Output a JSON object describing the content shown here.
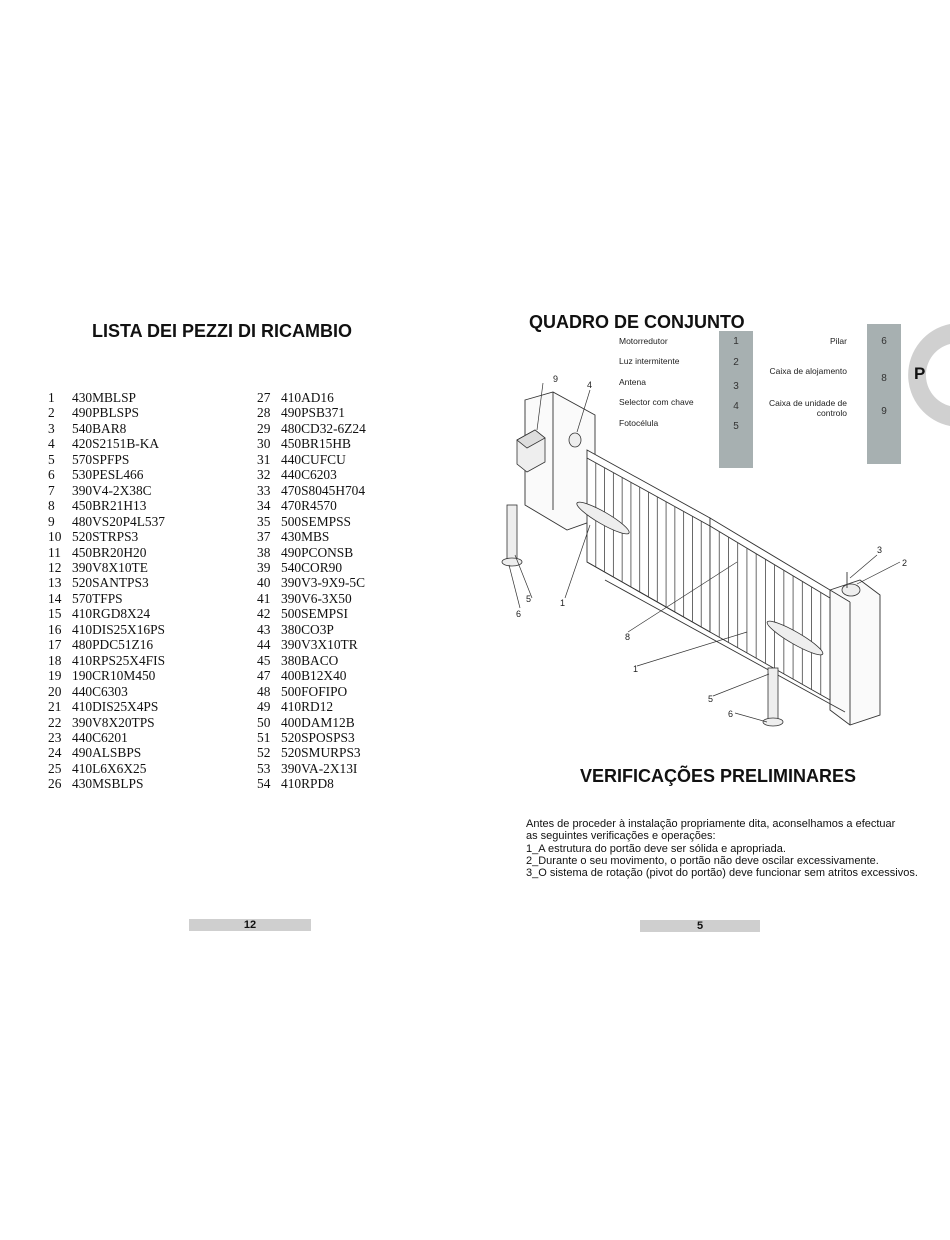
{
  "left_page": {
    "title": "LISTA DEI PEZZI DI RICAMBIO",
    "parts_col1": [
      {
        "n": "1",
        "code": "430MBLSP"
      },
      {
        "n": "2",
        "code": "490PBLSPS"
      },
      {
        "n": "3",
        "code": "540BAR8"
      },
      {
        "n": "4",
        "code": "420S2151B-KA"
      },
      {
        "n": "5",
        "code": "570SPFPS"
      },
      {
        "n": "6",
        "code": "530PESL466"
      },
      {
        "n": "7",
        "code": "390V4-2X38C"
      },
      {
        "n": "8",
        "code": "450BR21H13"
      },
      {
        "n": "9",
        "code": "480VS20P4L537"
      },
      {
        "n": "10",
        "code": "520STRPS3"
      },
      {
        "n": "11",
        "code": "450BR20H20"
      },
      {
        "n": "12",
        "code": "390V8X10TE"
      },
      {
        "n": "13",
        "code": "520SANTPS3"
      },
      {
        "n": "14",
        "code": "570TFPS"
      },
      {
        "n": "15",
        "code": "410RGD8X24"
      },
      {
        "n": "16",
        "code": "410DIS25X16PS"
      },
      {
        "n": "17",
        "code": "480PDC51Z16"
      },
      {
        "n": "18",
        "code": "410RPS25X4FIS"
      },
      {
        "n": "19",
        "code": "190CR10M450"
      },
      {
        "n": "20",
        "code": "440C6303"
      },
      {
        "n": "21",
        "code": "410DIS25X4PS"
      },
      {
        "n": "22",
        "code": "390V8X20TPS"
      },
      {
        "n": "23",
        "code": "440C6201"
      },
      {
        "n": "24",
        "code": "490ALSBPS"
      },
      {
        "n": "25",
        "code": "410L6X6X25"
      },
      {
        "n": "26",
        "code": "430MSBLPS"
      }
    ],
    "parts_col2": [
      {
        "n": "27",
        "code": "410AD16"
      },
      {
        "n": "28",
        "code": "490PSB371"
      },
      {
        "n": "29",
        "code": "480CD32-6Z24"
      },
      {
        "n": "30",
        "code": "450BR15HB"
      },
      {
        "n": "31",
        "code": "440CUFCU"
      },
      {
        "n": "32",
        "code": "440C6203"
      },
      {
        "n": "33",
        "code": "470S8045H704"
      },
      {
        "n": "34",
        "code": "470R4570"
      },
      {
        "n": "35",
        "code": "500SEMPSS"
      },
      {
        "n": "37",
        "code": "430MBS"
      },
      {
        "n": "38",
        "code": "490PCONSB"
      },
      {
        "n": "39",
        "code": "540COR90"
      },
      {
        "n": "40",
        "code": "390V3-9X9-5C"
      },
      {
        "n": "41",
        "code": "390V6-3X50"
      },
      {
        "n": "42",
        "code": "500SEMPSI"
      },
      {
        "n": "43",
        "code": "380CO3P"
      },
      {
        "n": "44",
        "code": "390V3X10TR"
      },
      {
        "n": "45",
        "code": "380BACO"
      },
      {
        "n": "47",
        "code": "400B12X40"
      },
      {
        "n": "48",
        "code": "500FOFIPO"
      },
      {
        "n": "49",
        "code": "410RD12"
      },
      {
        "n": "50",
        "code": "400DAM12B"
      },
      {
        "n": "51",
        "code": "520SPOSPS3"
      },
      {
        "n": "52",
        "code": "520SMURPS3"
      },
      {
        "n": "53",
        "code": "390VA-2X13I"
      },
      {
        "n": "54",
        "code": "410RPD8"
      }
    ],
    "page_number": "12"
  },
  "right_page": {
    "title": "QUADRO DE CONJUNTO",
    "language_tab": "P",
    "legend_left": [
      {
        "label": "Motorredutor",
        "num": "1"
      },
      {
        "label": "Luz intermitente",
        "num": "2"
      },
      {
        "label": "Antena",
        "num": "3"
      },
      {
        "label": "Selector com chave",
        "num": "4"
      },
      {
        "label": "Fotocélula",
        "num": "5"
      }
    ],
    "legend_right": [
      {
        "label": "Pilar",
        "num": "6"
      },
      {
        "label": "Caixa de alojamento",
        "num": "8"
      },
      {
        "label": "Caixa de unidade de controlo",
        "num": "9"
      }
    ],
    "diagram_callouts": [
      "9",
      "4",
      "3",
      "2",
      "5",
      "6",
      "1",
      "8",
      "1",
      "5",
      "6"
    ],
    "section_title": "VERIFICAÇÕES PRELIMINARES",
    "intro_lines": [
      "Antes de proceder à instalação propriamente dita, aconselhamos a efectuar",
      "as seguintes verificações e operações:",
      "1_A estrutura do portão deve ser sólida e apropriada.",
      "2_Durante o seu movimento, o portão não deve oscilar excessivamente.",
      "3_O sistema de rotação (pivot do portão) deve funcionar sem atritos excessivos."
    ],
    "page_number": "5"
  },
  "colors": {
    "legend_bar": "#a7b0b1",
    "tab": "#d0d0d0",
    "page_bar": "#cfcfcf"
  }
}
